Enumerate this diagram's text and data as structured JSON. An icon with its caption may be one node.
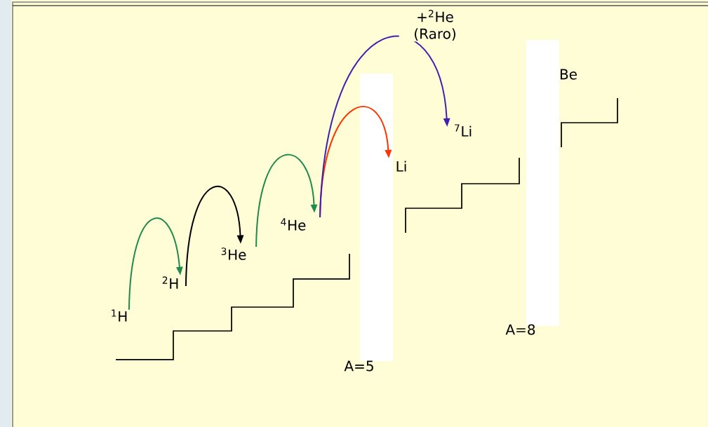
{
  "diagram": {
    "nodes": [
      {
        "text": [
          "$^{1}$H"
        ]
      },
      {
        "text": [
          "$^{2}$H"
        ]
      },
      {
        "text": [
          "$^{3}$He"
        ]
      },
      {
        "text": [
          "$^{4}$He"
        ]
      },
      {
        "text": [
          "Li"
        ]
      },
      {
        "text": [
          "$^{7}$Li"
        ]
      },
      {
        "text": [
          "Be"
        ]
      }
    ],
    "edges": [
      {
        "from": 0,
        "to": 1,
        "arrow": "to",
        "color": "#1f8a4c"
      },
      {
        "from": 1,
        "to": 2,
        "arrow": "to",
        "color": "#000000"
      },
      {
        "from": 2,
        "to": 3,
        "arrow": "to",
        "color": "#1f8a4c"
      },
      {
        "from": 3,
        "to": 4,
        "arrow": "to",
        "color": "#ff3300"
      },
      {
        "from": 3,
        "to": 5,
        "arrow": "to",
        "color": "#4020b0",
        "label": "+$^{2}$He (Raro)"
      }
    ],
    "labels": [
      "A=5",
      "A=8"
    ]
  }
}
